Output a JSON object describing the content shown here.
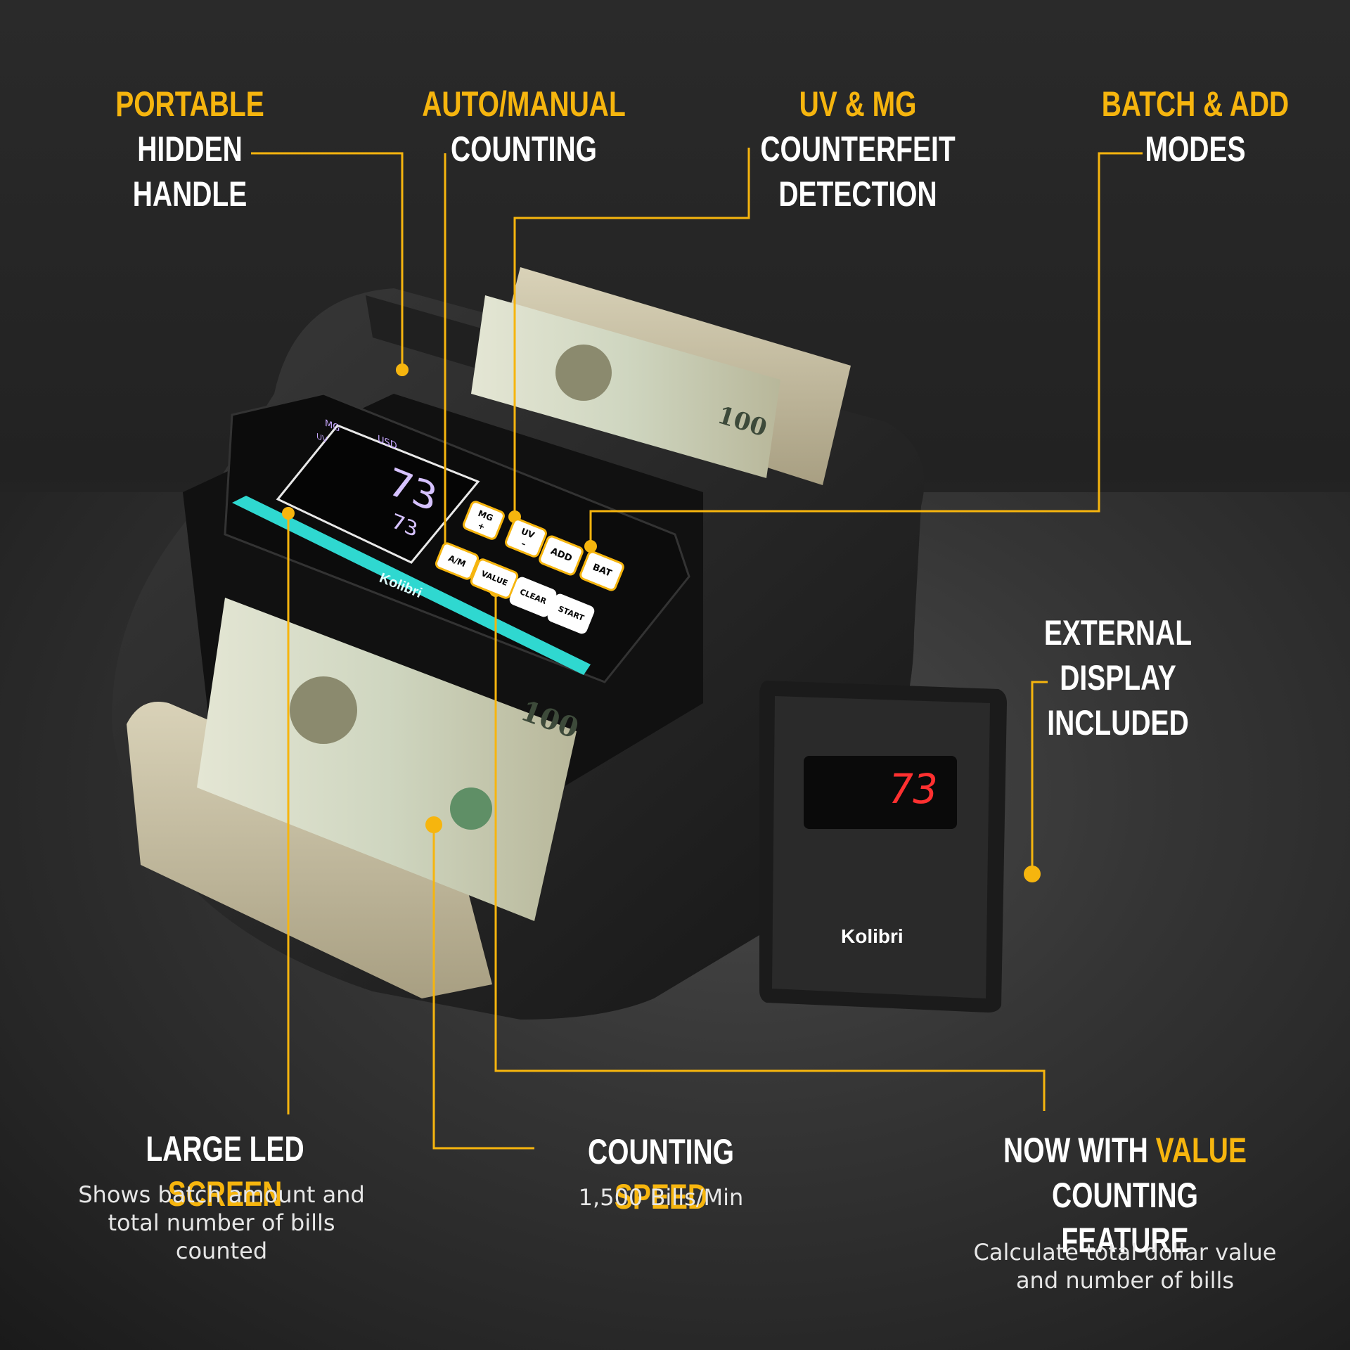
{
  "callouts": {
    "handle": {
      "hl": "PORTABLE",
      "rest1": " HIDDEN",
      "line2": "HANDLE"
    },
    "auto": {
      "hl": "AUTO/MANUAL",
      "line2": "COUNTING"
    },
    "uvmg": {
      "hl": "UV & MG",
      "rest1": " COUNTERFEIT",
      "line2": "DETECTION"
    },
    "batch": {
      "hl": "BATCH & ADD",
      "line2": "MODES"
    },
    "external": {
      "line1": "EXTERNAL DISPLAY",
      "line2": "INCLUDED"
    },
    "led": {
      "pre": "LARGE LED ",
      "hl": "SCREEN",
      "desc": "Shows batch amount and total number of bills counted"
    },
    "speed": {
      "pre": "COUNTING ",
      "hl": "SPEED",
      "desc": "1,500 Bills/Min"
    },
    "value": {
      "pre": "NOW WITH ",
      "hl": "VALUE",
      "line2": "COUNTING FEATURE",
      "desc": "Calculate total dollar value and number of bills"
    }
  },
  "device": {
    "brand": "Kolibri",
    "display_main": "73",
    "display_small": "73",
    "ind_mg": "MG",
    "ind_usd": "USD",
    "ind_uv": "UV",
    "external_display": "73",
    "buttons": {
      "mg": "MG",
      "mg_sign": "+",
      "uv": "UV",
      "uv_sign": "–",
      "add": "ADD",
      "bat": "BAT",
      "am": "A/M",
      "value": "VALUE",
      "clear": "CLEAR",
      "start": "START"
    },
    "bill_denom": "100"
  },
  "colors": {
    "accent": "#f6b50e",
    "teal": "#2fd8d0",
    "red_led": "#ff3030",
    "purple_led": "#c7a8ff"
  }
}
